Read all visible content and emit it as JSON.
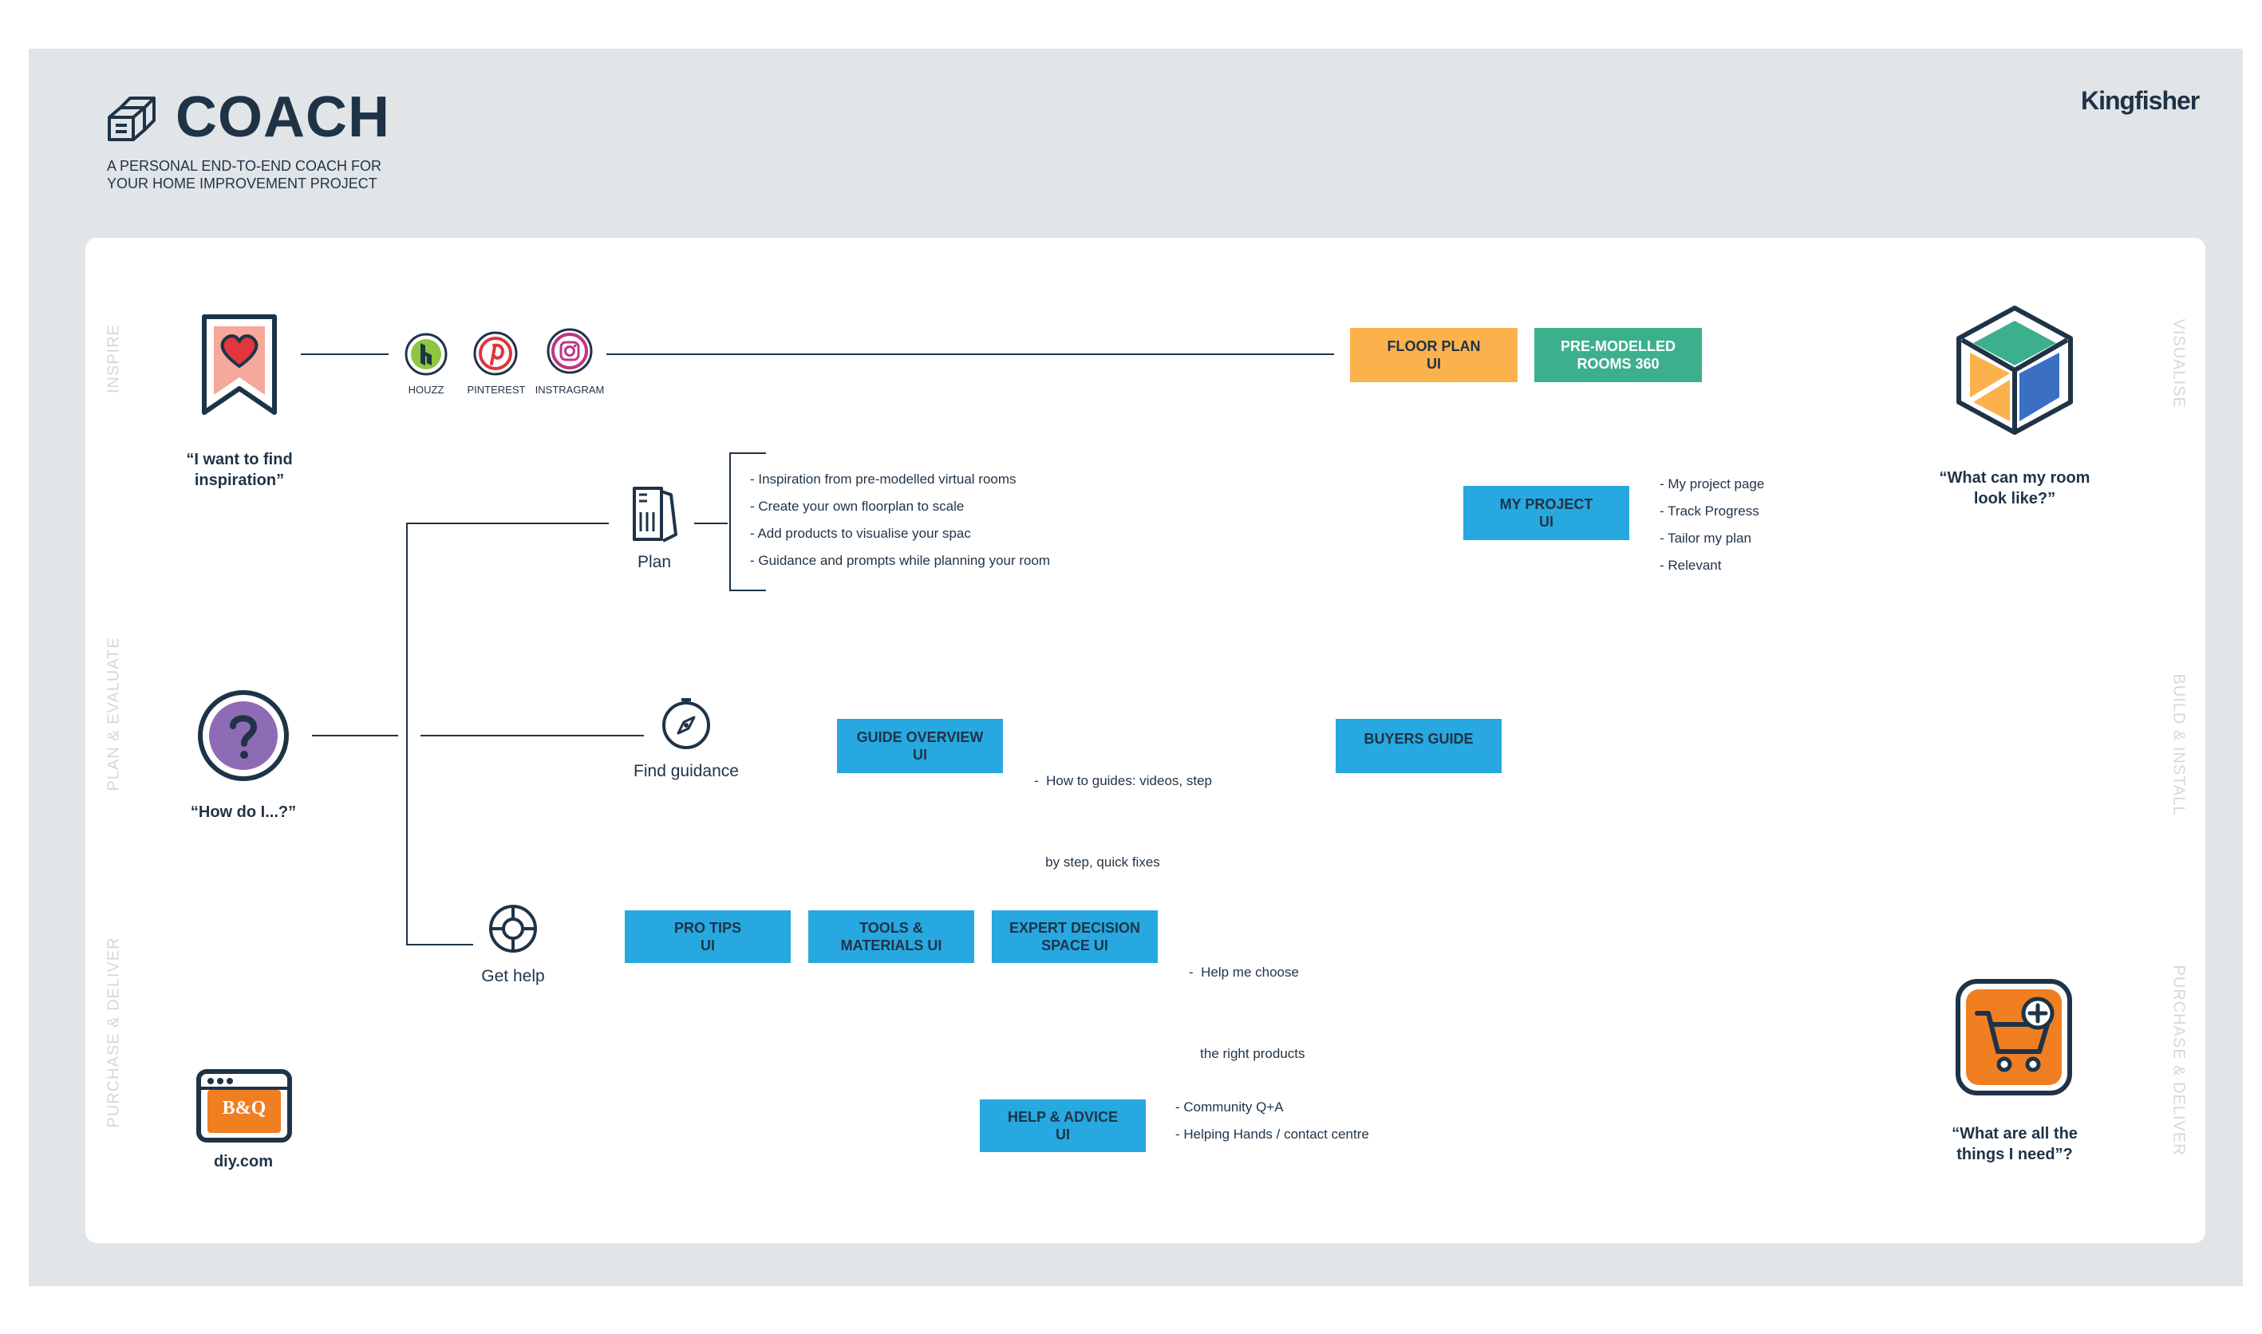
{
  "header": {
    "title": "COACH",
    "subtitle_line1": "A PERSONAL END-TO-END COACH FOR",
    "subtitle_line2": "YOUR HOME IMPROVEMENT PROJECT",
    "brand": "Kingfisher"
  },
  "side_labels": {
    "inspire": "INSPIRE",
    "plan_evaluate": "PLAN & EVALUATE",
    "purchase_deliver_left": "PURCHASE & DELIVER",
    "visualise": "VISUALISE",
    "build_install": "BUILD & INSTALL",
    "purchase_deliver_right": "PURCHASE & DELIVER"
  },
  "quotes": {
    "inspiration_line1": "“I want to find",
    "inspiration_line2": "inspiration”",
    "how_do_i": "“How do I...?”",
    "diy": "diy.com",
    "room_line1": "“What can my room",
    "room_line2": "look like?”",
    "things_line1": "“What are all the",
    "things_line2": "things I need”?"
  },
  "social": {
    "houzz": "HOUZZ",
    "pinterest": "PINTEREST",
    "instagram": "INSTRAGRAM"
  },
  "boxes": {
    "floor_plan_1": "FLOOR PLAN",
    "floor_plan_2": "UI",
    "pre_modelled_1": "PRE-MODELLED",
    "pre_modelled_2": "ROOMS 360",
    "my_project_1": "MY PROJECT",
    "my_project_2": "UI",
    "guide_overview_1": "GUIDE OVERVIEW",
    "guide_overview_2": "UI",
    "buyers_guide": "BUYERS GUIDE",
    "pro_tips_1": "PRO TIPS",
    "pro_tips_2": "UI",
    "tools_1": "TOOLS &",
    "tools_2": "MATERIALS UI",
    "expert_1": "EXPERT DECISION",
    "expert_2": "SPACE UI",
    "help_advice_1": "HELP & ADVICE",
    "help_advice_2": "UI"
  },
  "nodes": {
    "plan": "Plan",
    "find_guidance": "Find guidance",
    "get_help": "Get help"
  },
  "bullets": {
    "plan": [
      "-  Inspiration from pre-modelled virtual rooms",
      "-  Create your own floorplan to scale",
      "-  Add products to visualise your spac",
      "-  Guidance and prompts while planning your room"
    ],
    "my_project": [
      "-  My project page",
      "-  Track Progress",
      "- Tailor my plan",
      "- Relevant"
    ],
    "guidance": [
      "-  How to guides: videos, step",
      "   by step, quick fixes"
    ],
    "expert": [
      "-  Help me choose",
      "   the right products"
    ],
    "help_advice": [
      "-  Community Q+A",
      "- Helping Hands / contact centre"
    ]
  },
  "bq_logo": "B&Q",
  "colors": {
    "navy": "#1f3347",
    "blue": "#27a8e0",
    "yellow": "#fbb24c",
    "green": "#3cb08c",
    "orange": "#f07f22",
    "purple": "#8e6bb5",
    "pink": "#f5a99a",
    "red": "#e0363c",
    "frame": "#e1e5e8"
  }
}
